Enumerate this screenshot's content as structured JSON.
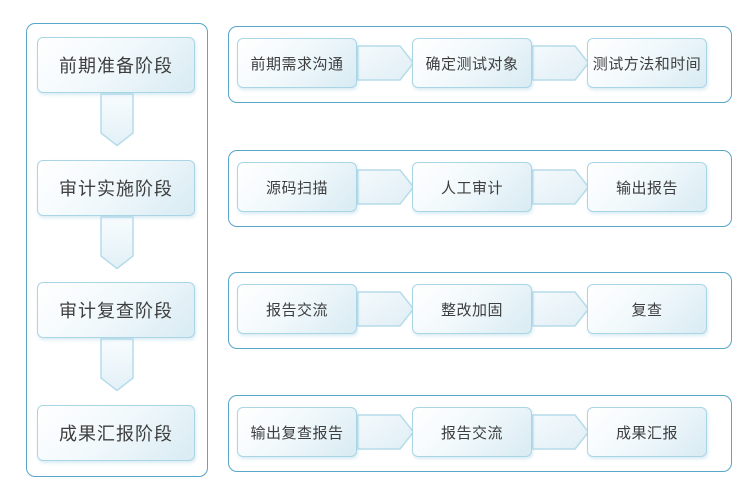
{
  "diagram": {
    "phases": [
      {
        "label": "前期准备阶段"
      },
      {
        "label": "审计实施阶段"
      },
      {
        "label": "审计复查阶段"
      },
      {
        "label": "成果汇报阶段"
      }
    ],
    "rows": [
      {
        "steps": [
          "前期需求沟通",
          "确定测试对象",
          "测试方法和时间"
        ]
      },
      {
        "steps": [
          "源码扫描",
          "人工审计",
          "输出报告"
        ]
      },
      {
        "steps": [
          "报告交流",
          "整改加固",
          "复查"
        ]
      },
      {
        "steps": [
          "输出复查报告",
          "报告交流",
          "成果汇报"
        ]
      }
    ]
  },
  "colors": {
    "container_border": "#58a6ca",
    "box_border": "#aad5e5",
    "box_fill_end": "#d8ebf3",
    "arrow_border": "#b6dcea",
    "arrow_fill_start": "#f8fcfe",
    "arrow_fill_end": "#e2f0f6",
    "text": "#3e3e3e"
  }
}
